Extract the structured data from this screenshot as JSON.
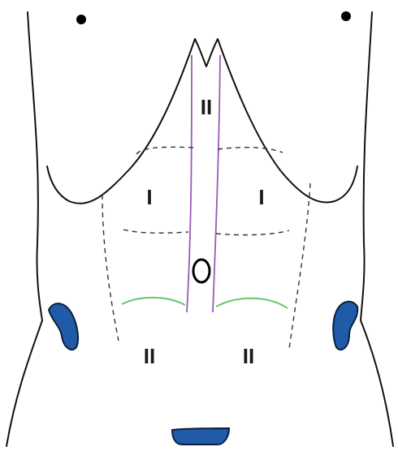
{
  "labels": {
    "upper_midline": "II",
    "left_upper": "I",
    "right_upper": "I",
    "left_lower": "II",
    "right_lower": "II"
  },
  "colors": {
    "outline": "#111111",
    "dashed_line": "#333333",
    "midline_strip": "#9b59b6",
    "lower_arc": "#6cc46c",
    "marker_fill": "#1f5ba8",
    "marker_stroke": "#0b1f3a",
    "dot": "#000000"
  }
}
